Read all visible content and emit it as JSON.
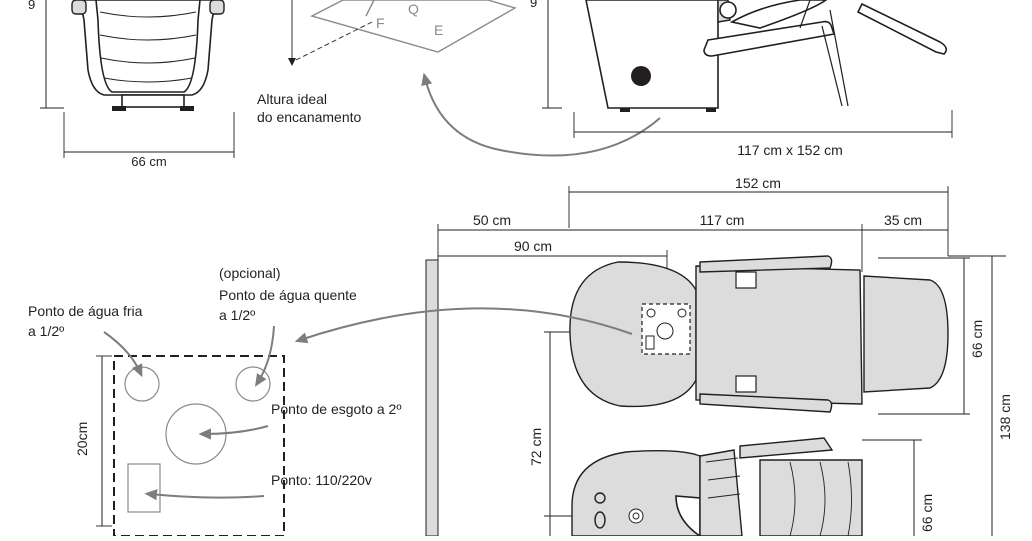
{
  "top_left": {
    "width_label": "66 cm",
    "height_label": "9"
  },
  "plane": {
    "letter_f": "F",
    "letter_q": "Q",
    "letter_e": "E"
  },
  "plumbing_note": {
    "line1": "Altura ideal",
    "line2": "do encanamento"
  },
  "side_view": {
    "height_label": "9",
    "dims_label": "117 cm x 152 cm"
  },
  "top_view": {
    "total": "152 cm",
    "chair": "117 cm",
    "front_gap": "35 cm",
    "rear_gap": "50 cm",
    "to_box": "90 cm",
    "chair_width": "66 cm",
    "total_depth": "138 cm",
    "bowl_offset": "72 cm",
    "lower_width": "66 cm"
  },
  "detail": {
    "cold_water": {
      "line1": "Ponto de água fria",
      "line2": "a 1/2º"
    },
    "hot_water": {
      "line1": "(opcional)",
      "line2": "Ponto de água quente",
      "line3": "a 1/2º"
    },
    "drain": "Ponto de esgoto a 2º",
    "power": "Ponto: 110/220v",
    "box_height": "20cm"
  }
}
